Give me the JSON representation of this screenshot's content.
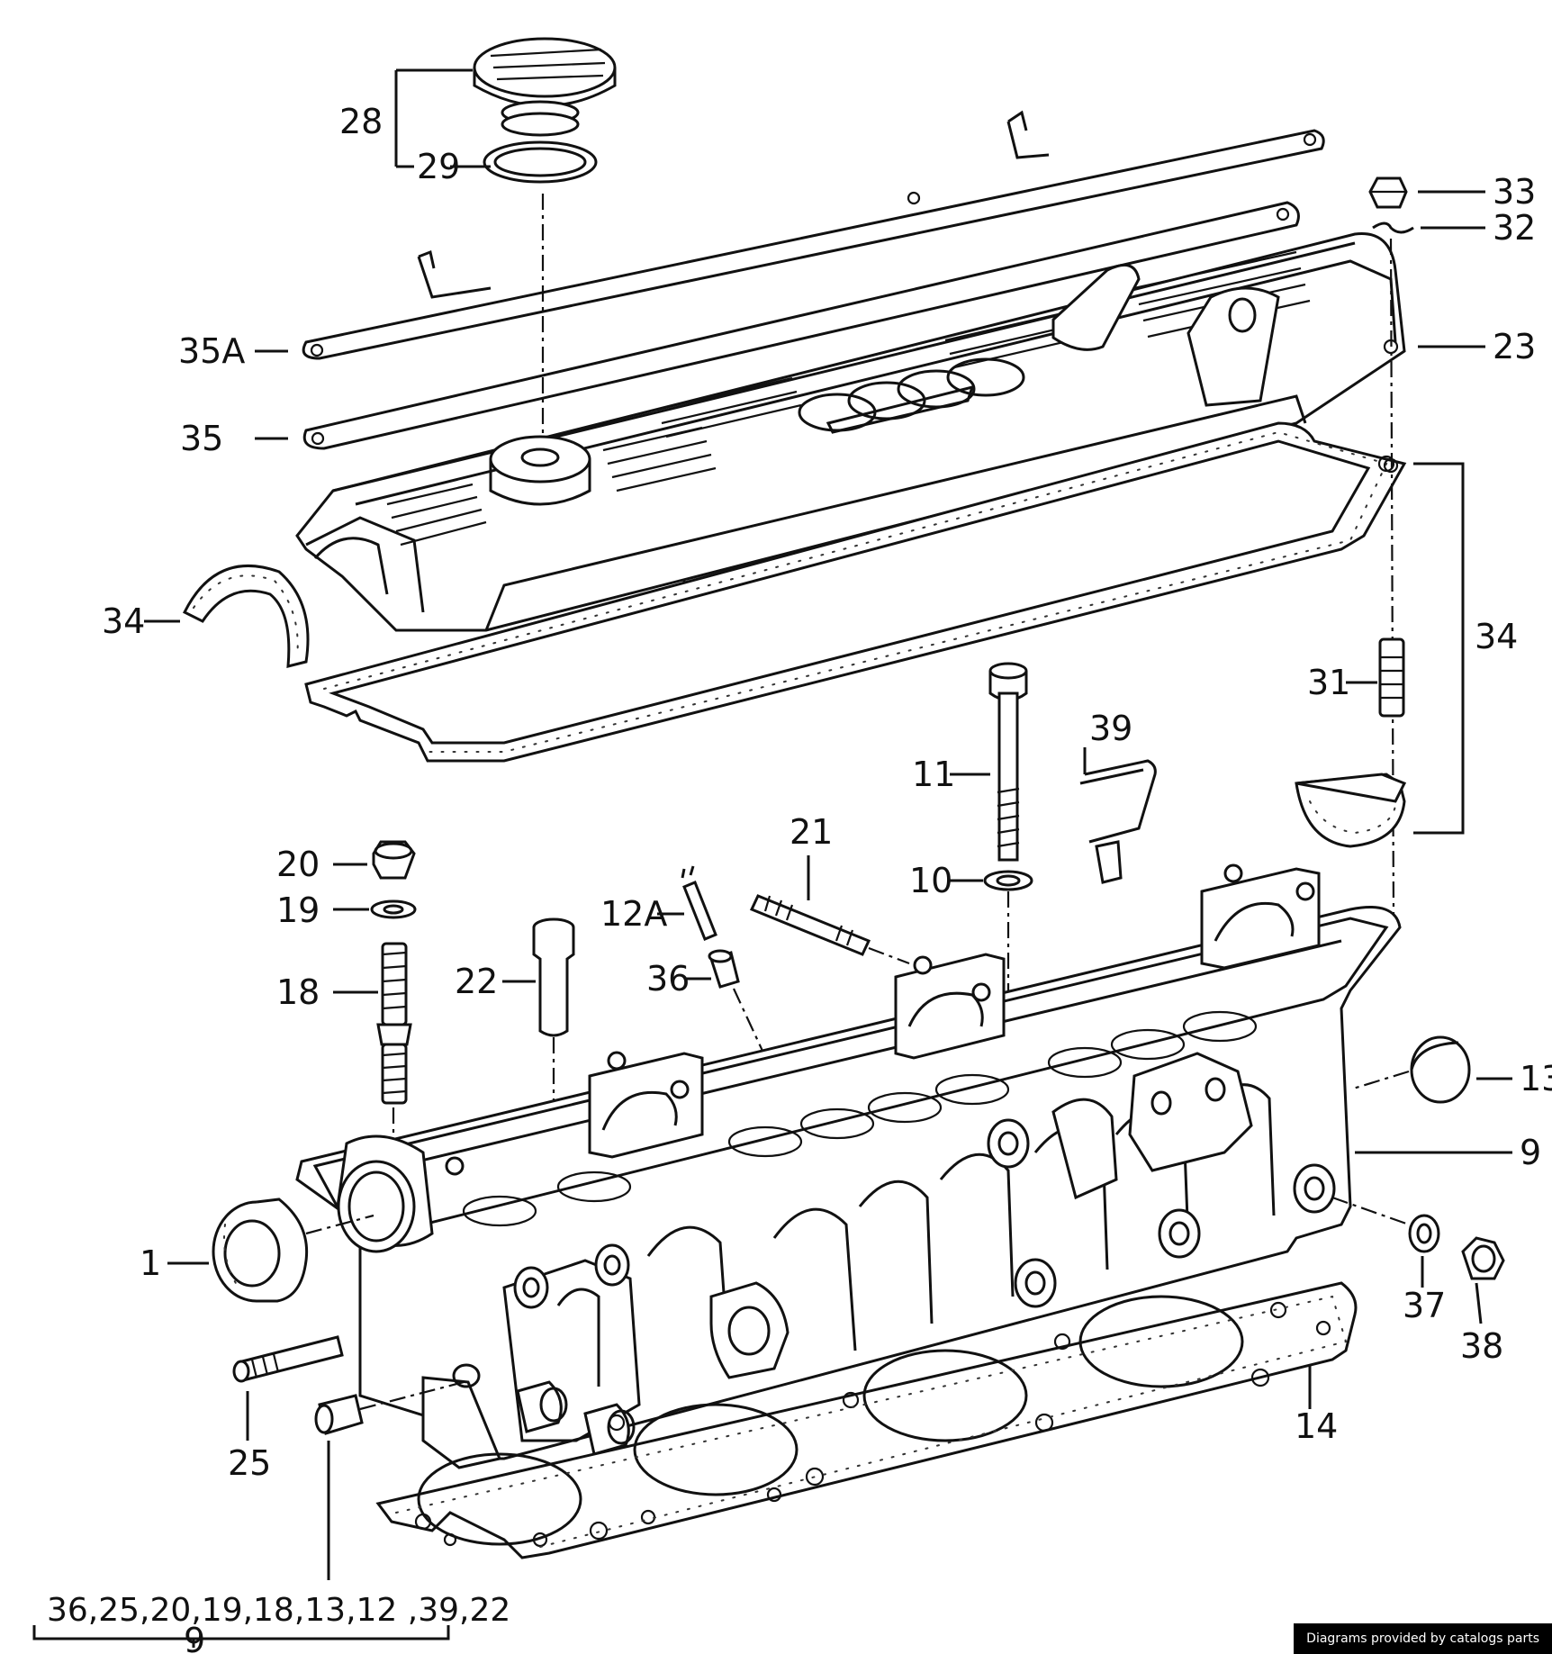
{
  "callouts": [
    {
      "id": "c28",
      "text": "28"
    },
    {
      "id": "c29",
      "text": "29"
    },
    {
      "id": "c35a",
      "text": "35A"
    },
    {
      "id": "c35",
      "text": "35"
    },
    {
      "id": "c34a",
      "text": "34"
    },
    {
      "id": "c33",
      "text": "33"
    },
    {
      "id": "c32",
      "text": "32"
    },
    {
      "id": "c23",
      "text": "23"
    },
    {
      "id": "c34b",
      "text": "34"
    },
    {
      "id": "c31",
      "text": "31"
    },
    {
      "id": "c39",
      "text": "39"
    },
    {
      "id": "c11",
      "text": "11"
    },
    {
      "id": "c21",
      "text": "21"
    },
    {
      "id": "c10",
      "text": "10"
    },
    {
      "id": "c20",
      "text": "20"
    },
    {
      "id": "c19",
      "text": "19"
    },
    {
      "id": "c12a",
      "text": "12A"
    },
    {
      "id": "c18",
      "text": "18"
    },
    {
      "id": "c22",
      "text": "22"
    },
    {
      "id": "c36",
      "text": "36"
    },
    {
      "id": "c13",
      "text": "13"
    },
    {
      "id": "c9a",
      "text": "9"
    },
    {
      "id": "c1",
      "text": "1"
    },
    {
      "id": "c37",
      "text": "37"
    },
    {
      "id": "c38",
      "text": "38"
    },
    {
      "id": "c25",
      "text": "25"
    },
    {
      "id": "c14",
      "text": "14"
    },
    {
      "id": "c9b",
      "text": "9"
    }
  ],
  "kit_list": "36,25,20,19,18,13,12 ,39,22",
  "credit": "Diagrams provided by catalogs parts"
}
